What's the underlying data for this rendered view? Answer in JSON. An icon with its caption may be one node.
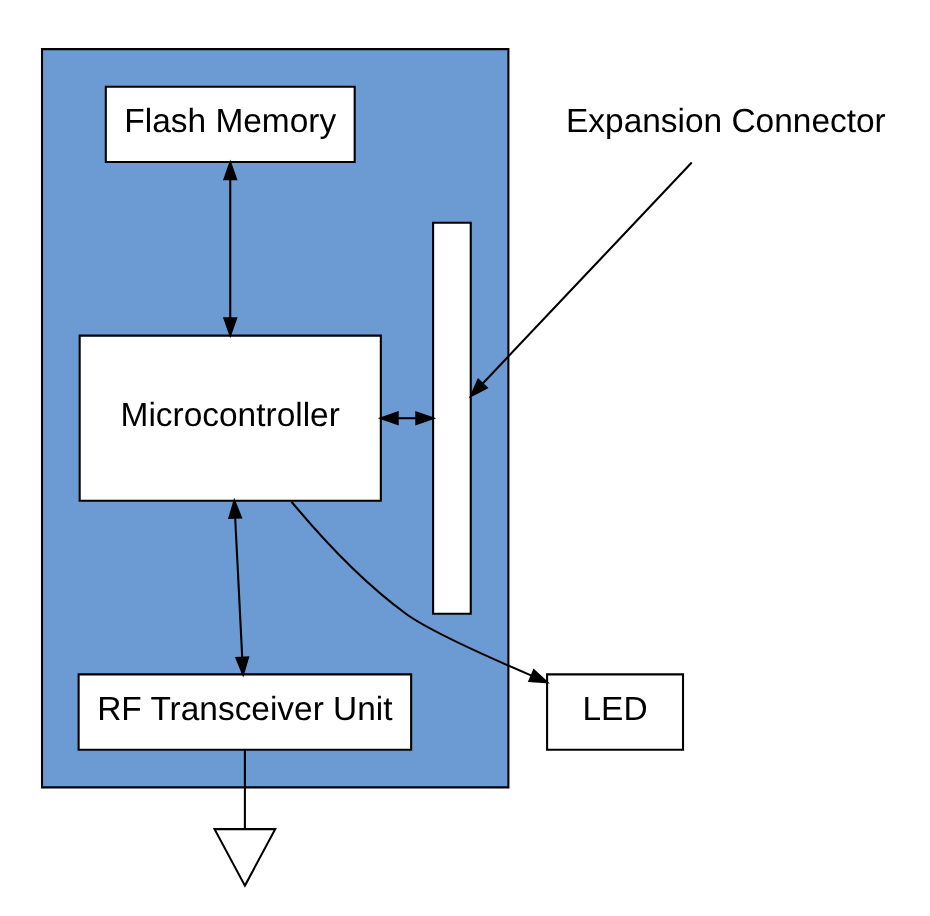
{
  "diagram": {
    "nodes": [
      {
        "text": [],
        "shape": "box"
      },
      {
        "text": [
          "Expansion Connector"
        ]
      },
      {
        "text": [],
        "shape": "bar",
        "in": 0
      },
      {
        "text": [
          "Flash Memory"
        ],
        "in": 0
      },
      {
        "text": [
          "Microcontroller"
        ],
        "in": 0
      },
      {
        "text": [
          "RF Transceiver Unit"
        ],
        "in": 0
      },
      {
        "text": [
          "LED"
        ]
      },
      {
        "text": [],
        "shape": "picture"
      }
    ],
    "edges": [
      {
        "from": 1,
        "to": 2,
        "arrow": "to"
      },
      {
        "from": 3,
        "to": 4,
        "arrow": "both"
      },
      {
        "from": 2,
        "to": 4,
        "arrow": "both"
      },
      {
        "from": 4,
        "to": 6,
        "arrow": "to"
      },
      {
        "from": 4,
        "to": 5,
        "arrow": "both"
      },
      {
        "from": 5,
        "to": 7,
        "arrow": "none"
      }
    ]
  }
}
